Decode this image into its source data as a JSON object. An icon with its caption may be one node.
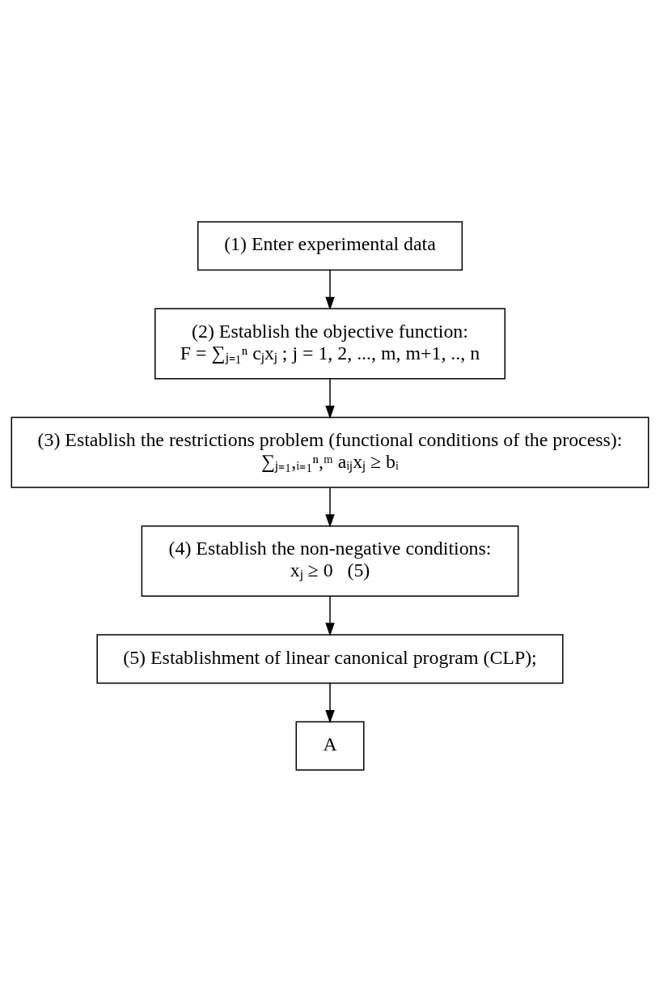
{
  "diagram": {
    "nodes": [
      {
        "text": [
          "(1) Enter experimental data"
        ]
      },
      {
        "text": [
          "(2) Establish the objective function:",
          "F = ∑ⱼ₌₁ⁿ cⱼxⱼ ; j = 1, 2, ..., m, m+1, .., n"
        ]
      },
      {
        "text": [
          "(3) Establish the restrictions problem (functional conditions of the process):",
          "∑ⱼ₌₁,ᵢ₌₁ⁿ,ᵐ aᵢⱼxⱼ ≥ bᵢ"
        ]
      },
      {
        "text": [
          "(4) Establish the non-negative conditions:",
          "xⱼ ≥ 0   (5)"
        ]
      },
      {
        "text": [
          "(5) Establishment of linear canonical program (CLP);"
        ]
      },
      {
        "text": [
          "A"
        ]
      }
    ],
    "edges": [
      {
        "from": 0,
        "to": 1,
        "arrow": "to"
      },
      {
        "from": 1,
        "to": 2,
        "arrow": "to"
      },
      {
        "from": 2,
        "to": 3,
        "arrow": "to"
      },
      {
        "from": 3,
        "to": 4,
        "arrow": "to"
      },
      {
        "from": 4,
        "to": 5,
        "arrow": "to"
      }
    ]
  }
}
